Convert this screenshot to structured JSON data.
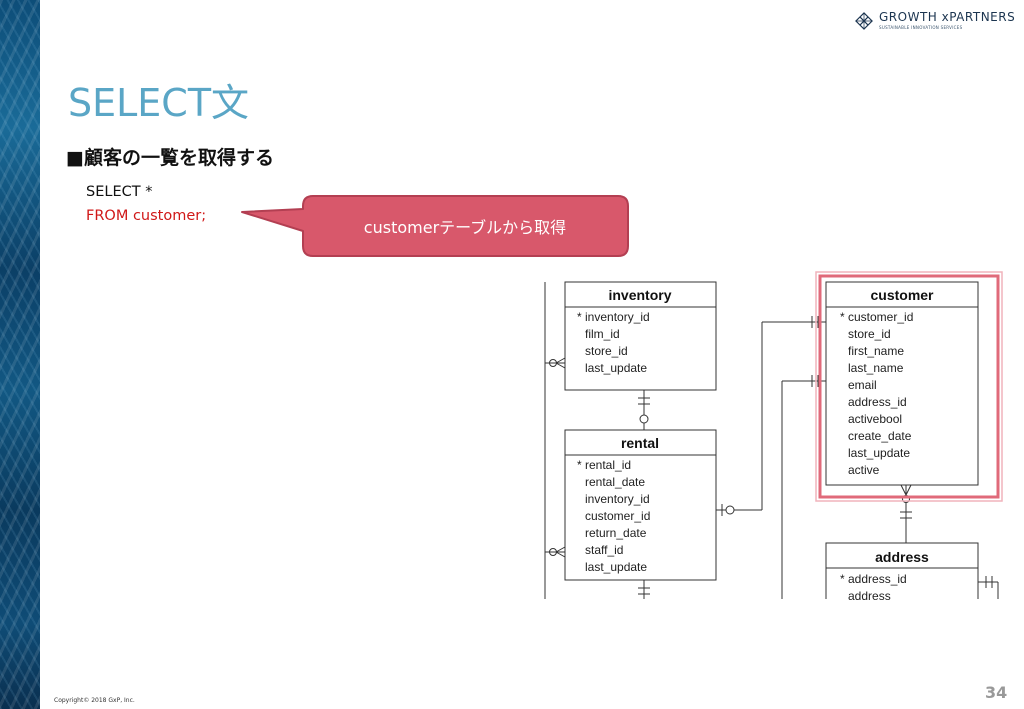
{
  "slide": {
    "title": "SELECT文",
    "subtitle": "■顧客の一覧を取得する",
    "sql": {
      "line1": "SELECT *",
      "line2": "FROM customer;"
    },
    "callout": "customerテーブルから取得",
    "copyright": "Copyright© 2018 GxP, Inc.",
    "page_number": "34",
    "logo": {
      "title": "GROWTH xPARTNERS",
      "subtitle": "SUSTAINABLE INNOVATION SERVICES"
    }
  },
  "colors": {
    "title": "#5aa6c6",
    "sql_from": "#d01818",
    "callout": "#d8586b",
    "highlight": "#e06a7a"
  },
  "erd": {
    "inventory": {
      "name": "inventory",
      "fields": [
        "* inventory_id",
        "film_id",
        "store_id",
        "last_update"
      ]
    },
    "rental": {
      "name": "rental",
      "fields": [
        "* rental_id",
        "rental_date",
        "inventory_id",
        "customer_id",
        "return_date",
        "staff_id",
        "last_update"
      ]
    },
    "customer": {
      "name": "customer",
      "fields": [
        "* customer_id",
        "store_id",
        "first_name",
        "last_name",
        "email",
        "address_id",
        "activebool",
        "create_date",
        "last_update",
        "active"
      ]
    },
    "address": {
      "name": "address",
      "fields": [
        "* address_id",
        "address"
      ]
    }
  }
}
